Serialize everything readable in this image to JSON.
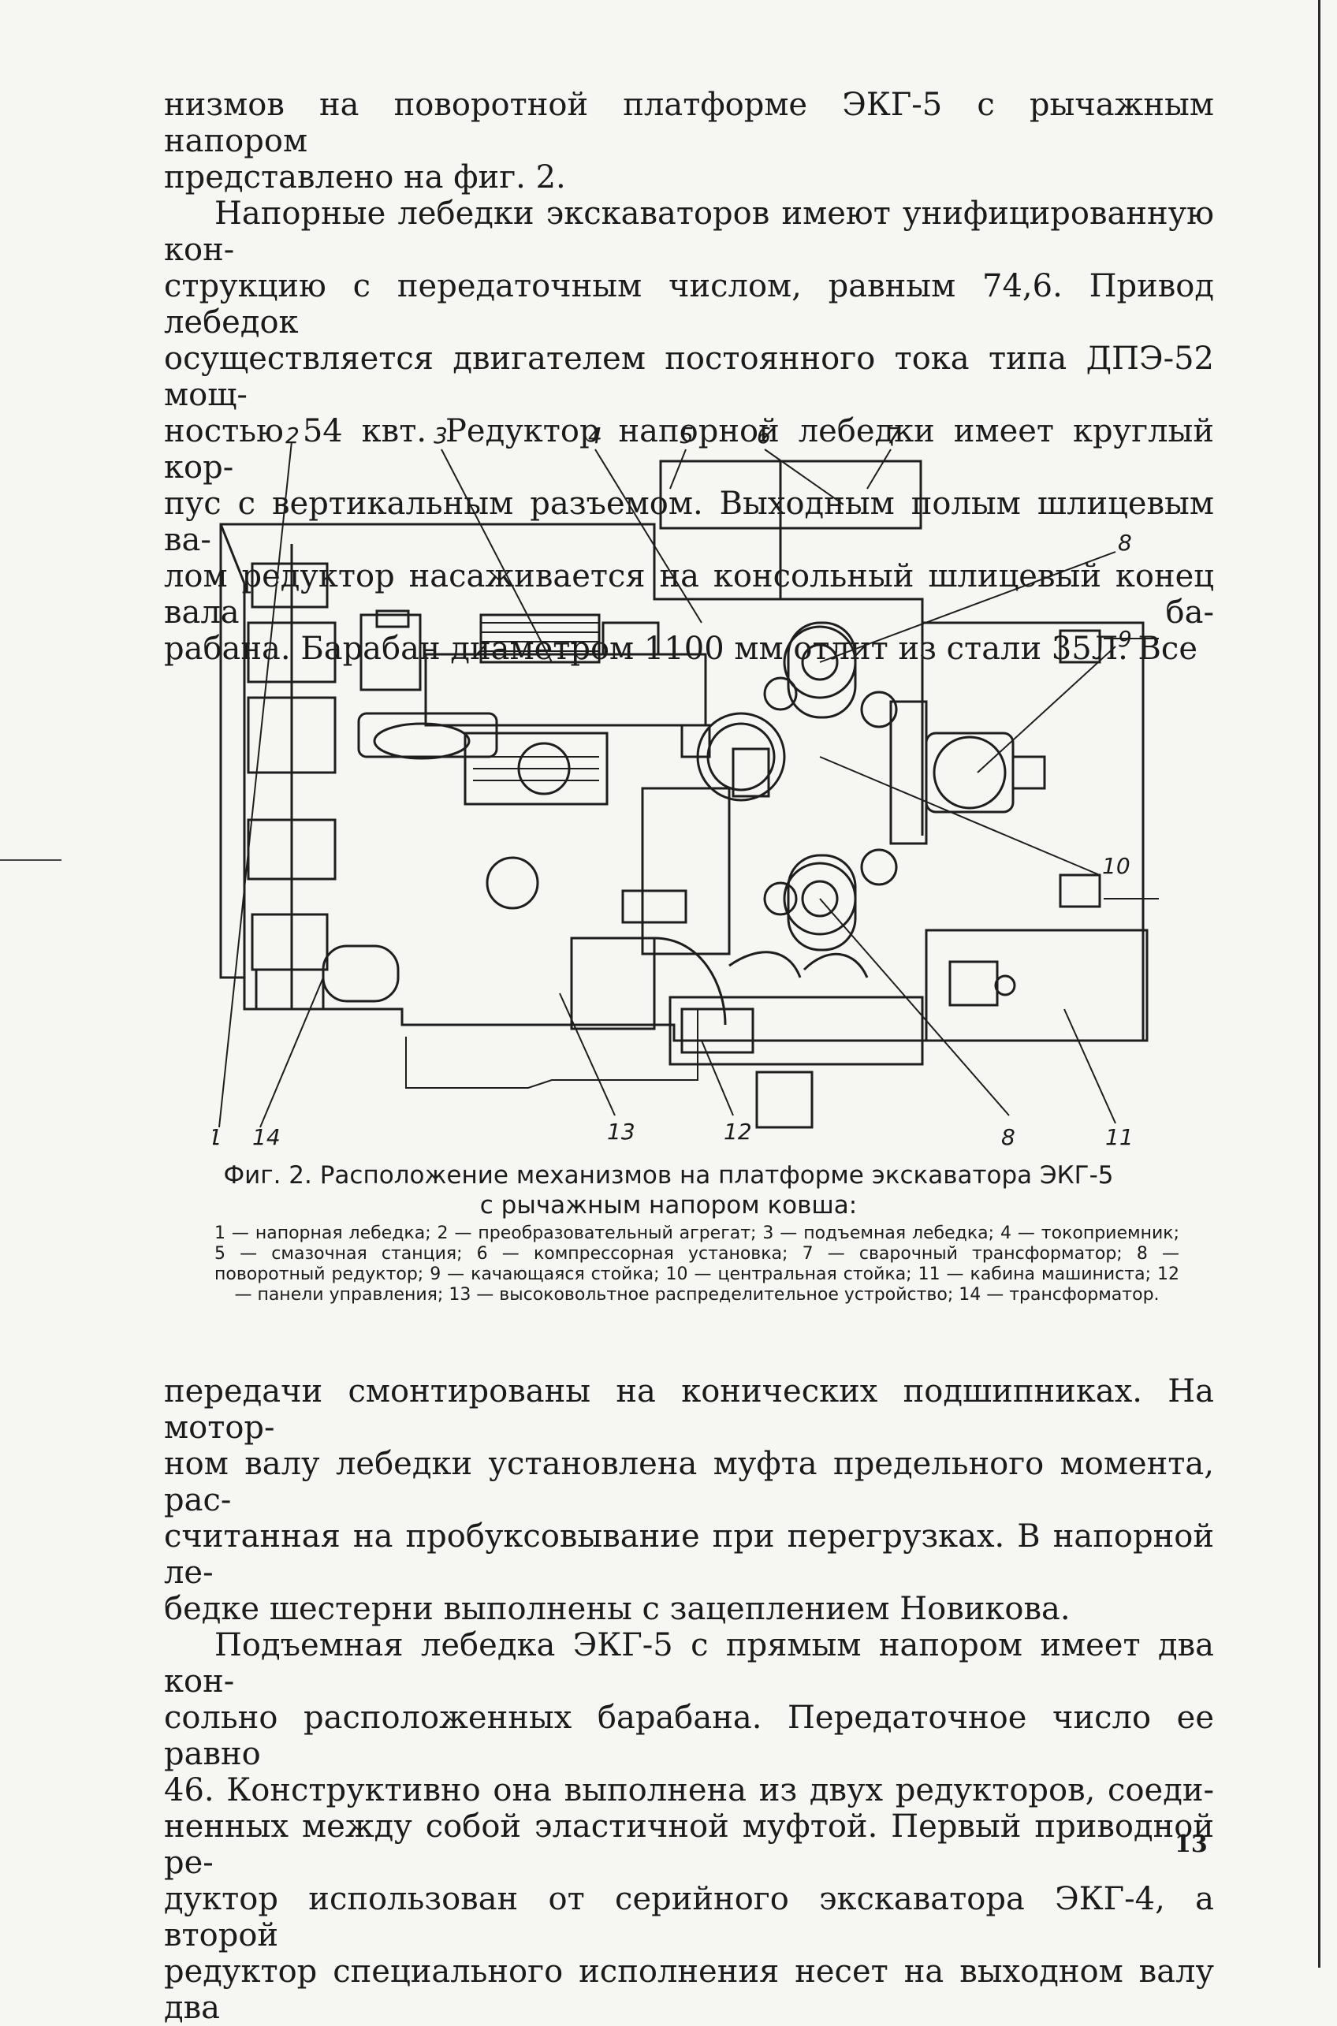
{
  "text_top": [
    {
      "text": "низмов на поворотной платформе ЭКГ-5 с рычажным напором",
      "indent": false
    },
    {
      "text": "представлено на фиг. 2.",
      "indent": false,
      "last": true
    },
    {
      "text": "Напорные лебедки экскаваторов имеют унифицированную кон-",
      "indent": true
    },
    {
      "text": "струкцию с передаточным числом, равным 74,6. Привод лебедок",
      "indent": false
    },
    {
      "text": "осуществляется двигателем постоянного тока типа ДПЭ-52 мощ-",
      "indent": false
    },
    {
      "text": "ностью 54 квт. Редуктор напорной лебедки имеет круглый кор-",
      "indent": false
    },
    {
      "text": "пус с вертикальным разъемом. Выходным полым шлицевым ва-",
      "indent": false
    },
    {
      "text": "лом редуктор насаживается на консольный шлицевый конец вала ба-",
      "indent": false
    },
    {
      "text": "рабана. Барабан диаметром 1100 мм отлит из стали 35Л. Все",
      "indent": false
    }
  ],
  "figure": {
    "labels": {
      "l1": "1",
      "l2": "2",
      "l3": "3",
      "l4": "4",
      "l5": "5",
      "l6": "6",
      "l7": "7",
      "l8a": "8",
      "l8b": "8",
      "l9": "9",
      "l10": "10",
      "l11": "11",
      "l12": "12",
      "l13": "13",
      "l14": "14"
    },
    "caption_line1": "Фиг. 2. Расположение механизмов на платформе экскаватора ЭКГ-5",
    "caption_line2": "с рычажным напором ковша:",
    "legend": "1 — напорная лебедка; 2 — преобразовательный агрегат; 3 — подъемная лебедка; 4 — токоприемник; 5 — смазочная станция; 6 — компрессорная установка; 7 — сварочный трансформатор; 8 — поворотный редуктор; 9 — качающаяся стойка; 10 — центральная стойка; 11 — кабина машиниста; 12 — панели управления; 13 — высоковольтное распределительное устройство; 14 — трансформатор."
  },
  "text_bottom": [
    {
      "text": "передачи смонтированы на конических подшипниках. На мотор-",
      "indent": false
    },
    {
      "text": "ном валу лебедки установлена муфта предельного момента, рас-",
      "indent": false
    },
    {
      "text": "считанная на пробуксовывание при перегрузках. В напорной ле-",
      "indent": false
    },
    {
      "text": "бедке шестерни выполнены с зацеплением Новикова.",
      "indent": false,
      "last": true
    },
    {
      "text": "Подъемная лебедка ЭКГ-5 с прямым напором имеет два кон-",
      "indent": true
    },
    {
      "text": "сольно расположенных барабана. Передаточное число ее равно",
      "indent": false
    },
    {
      "text": "46. Конструктивно она выполнена из двух редукторов, соеди-",
      "indent": false
    },
    {
      "text": "ненных между собой эластичной муфтой. Первый приводной ре-",
      "indent": false
    },
    {
      "text": "дуктор использован от серийного экскаватора ЭКГ-4, а второй",
      "indent": false
    },
    {
      "text": "редуктор специального исполнения несет на выходном валу два",
      "indent": false
    }
  ],
  "page_number": "13"
}
